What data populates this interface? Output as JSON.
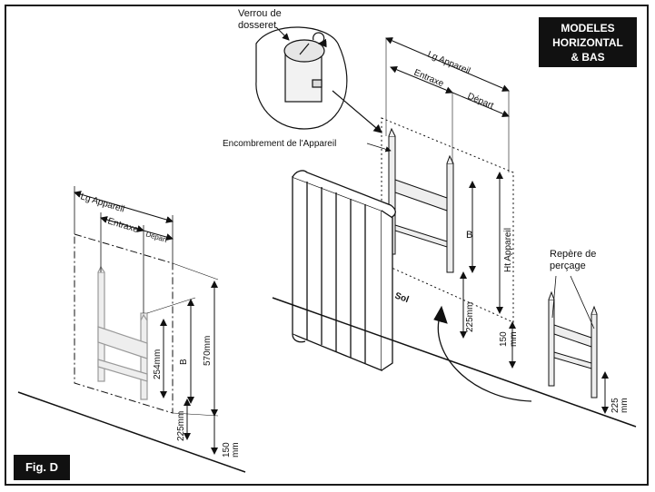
{
  "title_badge": "MODELES\nHORIZONTAL\n& BAS",
  "figure_label": "Fig. D",
  "callouts": {
    "lock": "Verrou de\ndosseret",
    "footprint": "Encombrement de l'Appareil",
    "drill": "Repère de\nperçage",
    "floor": "Sol"
  },
  "dims_left": {
    "lg": "Lg    Appareil",
    "entraxe": "Entraxe",
    "depart": "Départ",
    "b": "B",
    "h254": "254mm",
    "h570": "570mm",
    "h225": "225mm",
    "h150": "150\nmm"
  },
  "dims_right": {
    "lg": "Lg    Appareil",
    "entraxe": "Entraxe",
    "depart": "Départ",
    "ht": "Ht Appareil",
    "b": "B",
    "h225": "225mm",
    "h150": "150\nmm",
    "h225b": "225\nmm"
  },
  "colors": {
    "line": "#111111",
    "badge_bg": "#111111",
    "badge_text": "#ffffff"
  }
}
